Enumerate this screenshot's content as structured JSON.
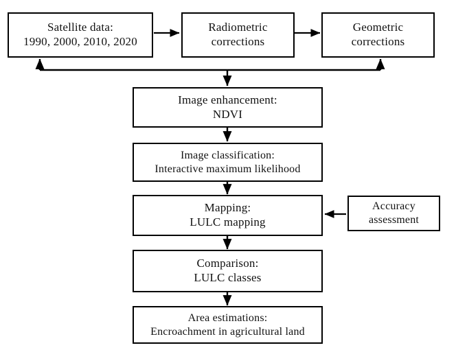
{
  "diagram": {
    "title": "Remote sensing LULC change detection methodology flowchart",
    "background_color": "#ffffff",
    "stroke_color": "#000000",
    "text_color": "#111111"
  },
  "nodes": {
    "satellite_data": {
      "line1": "Satellite  data:",
      "line2": "1990, 2000, 2010, 2020"
    },
    "radiometric": {
      "line1": "Radiometric",
      "line2": "corrections"
    },
    "geometric": {
      "line1": "Geometric",
      "line2": "corrections"
    },
    "image_enhancement": {
      "line1": "Image enhancement:",
      "line2": "NDVI"
    },
    "image_classification": {
      "line1": "Image classification:",
      "line2": "Interactive  maximum  likelihood"
    },
    "mapping": {
      "line1": "Mapping:",
      "line2": "LULC mapping"
    },
    "accuracy_assessment": {
      "line1": "Accuracy",
      "line2": "assessment"
    },
    "comparison": {
      "line1": "Comparison:",
      "line2": "LULC classes"
    },
    "area_estimations": {
      "line1": "Area estimations:",
      "line2": "Encroachment in agricultural  land"
    }
  },
  "connectors": [
    {
      "name": "satellite-to-radiometric",
      "type": "arrow-right"
    },
    {
      "name": "radiometric-to-geometric",
      "type": "arrow-right"
    },
    {
      "name": "feedback-bus-to-satellite",
      "type": "arrow-up"
    },
    {
      "name": "feedback-bus-to-geometric",
      "type": "arrow-up"
    },
    {
      "name": "feedback-bus-to-image-enhancement",
      "type": "arrow-down"
    },
    {
      "name": "enhancement-to-classification",
      "type": "arrow-down"
    },
    {
      "name": "classification-to-mapping",
      "type": "arrow-down"
    },
    {
      "name": "accuracy-to-mapping",
      "type": "arrow-left"
    },
    {
      "name": "mapping-to-comparison",
      "type": "arrow-down"
    },
    {
      "name": "comparison-to-area",
      "type": "arrow-down"
    }
  ]
}
